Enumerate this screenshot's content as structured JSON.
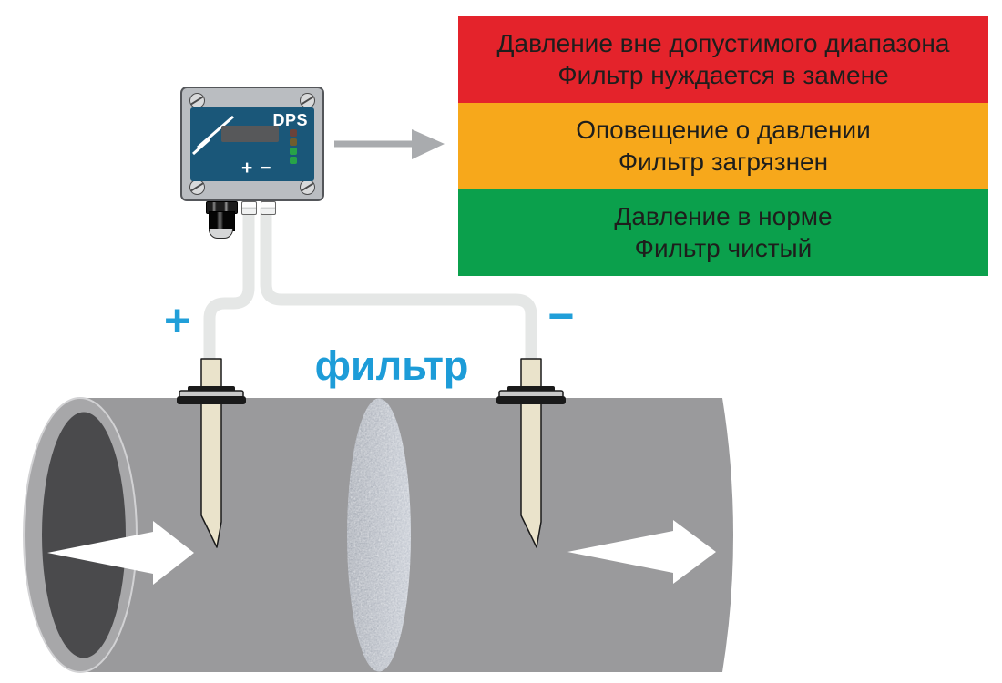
{
  "legend": {
    "bands": [
      {
        "id": "alarm",
        "color": "#e4232b",
        "line1": "Давление вне допустимого диапазона",
        "line2": "Фильтр нуждается в замене"
      },
      {
        "id": "warning",
        "color": "#f7a81b",
        "line1": "Оповещение о давлении",
        "line2": "Фильтр загрязнен"
      },
      {
        "id": "normal",
        "color": "#0ba04c",
        "line1": "Давление в норме",
        "line2": "Фильтр чистый"
      }
    ]
  },
  "device": {
    "model_label": "DPS",
    "plus_port_label": "+",
    "minus_port_label": "−",
    "led_colors": [
      "#6a423a",
      "#6f5d2e",
      "#27a348",
      "#27a348"
    ],
    "panel_color": "#1a5779"
  },
  "annotations": {
    "plus_probe_label": "+",
    "minus_probe_label": "−",
    "filter_label": "фильтр"
  },
  "colors": {
    "pipe": "#9a9a9c",
    "pipe_opening": "#4a4a4c",
    "filter_element_light": "#c5cad3",
    "filter_element_dark": "#a8adb6",
    "probe": "#eae3cb",
    "tube": "#e5e7e6",
    "annotation_blue": "#219fd9",
    "flow_arrow": "#ffffff",
    "pointer_arrow": "#a9abae"
  }
}
